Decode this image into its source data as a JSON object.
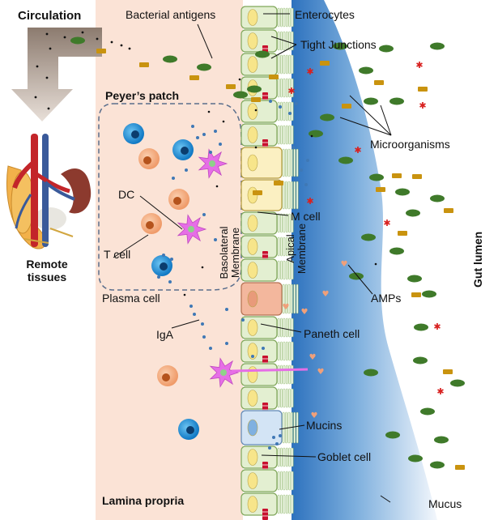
{
  "labels": {
    "circulation": "Circulation",
    "remote_tissues": [
      "Remote",
      "tissues"
    ],
    "peyers_patch": "Peyer’s patch",
    "lamina_propria": "Lamina propria",
    "bacterial_antigens": "Bacterial antigens",
    "enterocytes": "Enterocytes",
    "tight_junctions": "Tight Junctions",
    "microorganisms": "Microorganisms",
    "dc": "DC",
    "t_cell": "T cell",
    "plasma_cell": "Plasma cell",
    "m_cell": "M cell",
    "iga": "IgA",
    "paneth_cell": "Paneth cell",
    "amps": "AMPs",
    "mucins": "Mucins",
    "goblet_cell": "Goblet cell",
    "mucus": "Mucus",
    "gut_lumen": "Gut lumen",
    "basolateral_membrane": [
      "Basolateral",
      "Membrane"
    ],
    "apical_membrane": [
      "Apical",
      "Membrane"
    ]
  },
  "colors": {
    "lamina_propria_bg": "#fbe3d6",
    "lumen_light": "#e6eef8",
    "lumen_dark": "#3b7fc4",
    "enterocyte_fill": "#e3efd1",
    "enterocyte_nucleus": "#f7f2c4",
    "tight_junction": "#c8102e",
    "microorganism_green": "#3f7a2a",
    "bacteria_gold": "#c9930f",
    "pathogen_red": "#d8201f",
    "dendritic_cell": "#e66ee6",
    "t_cell": "#f2a375",
    "plasma_cell": "#1d8fd6",
    "paneth_cell": "#f3b79d",
    "goblet_cell": "#d3e4f5"
  }
}
